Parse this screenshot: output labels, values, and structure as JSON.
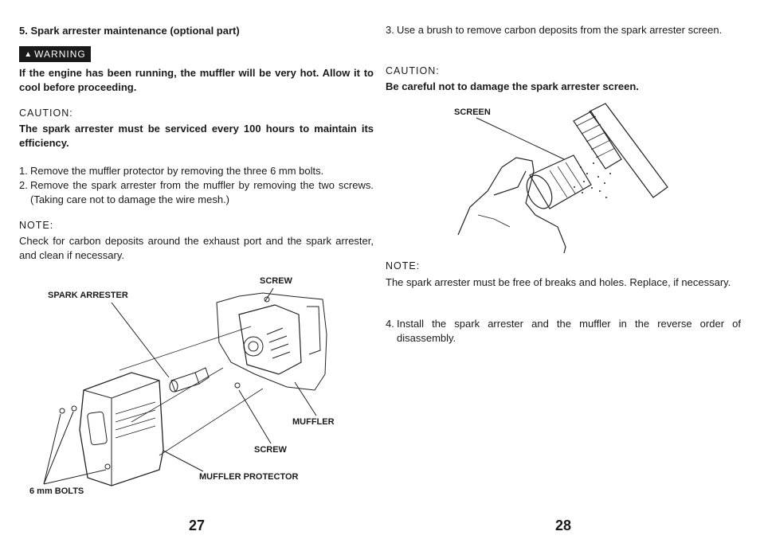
{
  "left_page": {
    "heading": "5. Spark arrester maintenance (optional part)",
    "warning_label": "WARNING",
    "warning_text": "If the engine has been running, the muffler will be very hot. Allow it to cool before proceeding.",
    "caution_label": "CAUTION:",
    "caution_text": "The spark arrester must be serviced every 100 hours to maintain its efficiency.",
    "steps": [
      {
        "num": "1.",
        "text": "Remove the muffler protector by removing the three 6 mm bolts."
      },
      {
        "num": "2.",
        "text": "Remove the spark arrester from the muffler by removing the two screws. (Taking care not to damage the wire mesh.)"
      }
    ],
    "note_label": "NOTE:",
    "note_text": "Check for carbon deposits around the exhaust port and the spark arrester, and clean if necessary.",
    "callouts": {
      "spark_arrester": "SPARK ARRESTER",
      "screw_top": "SCREW",
      "muffler": "MUFFLER",
      "screw_bottom": "SCREW",
      "muffler_protector": "MUFFLER PROTECTOR",
      "bolts": "6 mm BOLTS"
    },
    "page_number": "27"
  },
  "right_page": {
    "step3_num": "3.",
    "step3_text": "Use a brush to remove carbon deposits from the spark arrester screen.",
    "caution_label": "CAUTION:",
    "caution_text": "Be careful not to damage the spark arrester screen.",
    "callout_screen": "SCREEN",
    "note_label": "NOTE:",
    "note_text": "The spark arrester must be free of breaks and holes. Replace, if necessary.",
    "step4_num": "4.",
    "step4_text": "Install the spark arrester and the muffler in the reverse order of disassembly.",
    "page_number": "28"
  }
}
